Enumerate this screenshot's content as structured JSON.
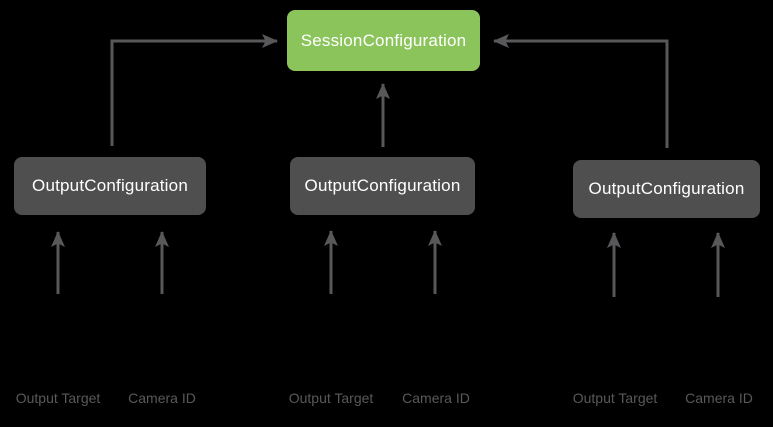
{
  "diagram": {
    "session_label": "SessionConfiguration",
    "groups": [
      {
        "node_label": "OutputConfiguration",
        "inputs": [
          "Output Target",
          "Camera ID"
        ]
      },
      {
        "node_label": "OutputConfiguration",
        "inputs": [
          "Output Target",
          "Camera ID"
        ]
      },
      {
        "node_label": "OutputConfiguration",
        "inputs": [
          "Output Target",
          "Camera ID"
        ]
      }
    ]
  },
  "colors": {
    "background": "#000000",
    "session_node_bg": "#8cc45c",
    "output_node_bg": "#4f4f4f",
    "node_text": "#ffffff",
    "arrow": "#58585a",
    "input_label_text": "#595959"
  }
}
